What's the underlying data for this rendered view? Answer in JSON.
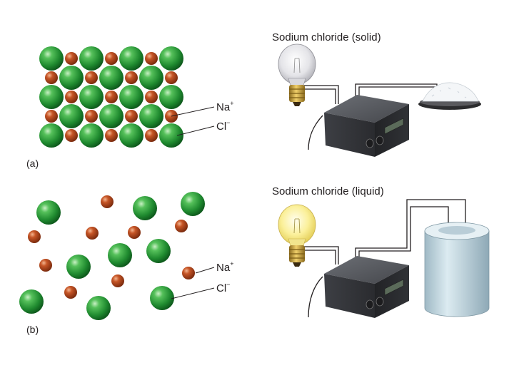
{
  "panel_a": {
    "tag": "(a)",
    "title": "Sodium chloride (solid)",
    "label_na": "Na",
    "label_na_charge": "+",
    "label_cl": "Cl",
    "label_cl_charge": "−"
  },
  "panel_b": {
    "tag": "(b)",
    "title": "Sodium chloride (liquid)",
    "label_na": "Na",
    "label_na_charge": "+",
    "label_cl": "Cl",
    "label_cl_charge": "−"
  },
  "colors": {
    "cl_ion": "#2e9e3e",
    "na_ion": "#b8461c",
    "bulb_off": "#e7e7ea",
    "bulb_on": "#fbf3a6",
    "meter_body": "#3a3c40",
    "salt_container": "#c9dde6",
    "wire": "#231f20"
  }
}
